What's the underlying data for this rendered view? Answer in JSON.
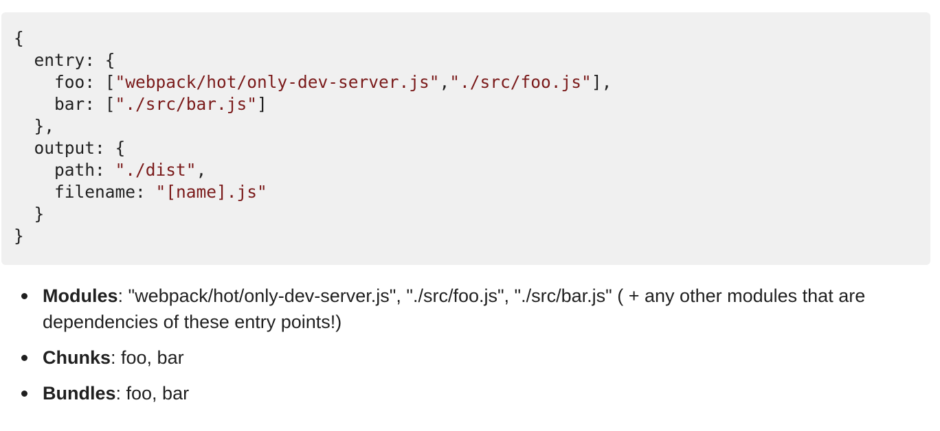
{
  "code": {
    "lines": [
      [
        {
          "t": "{",
          "k": "plain"
        }
      ],
      [
        {
          "t": "  entry: {",
          "k": "plain"
        }
      ],
      [
        {
          "t": "    foo: [",
          "k": "plain"
        },
        {
          "t": "\"webpack/hot/only-dev-server.js\"",
          "k": "str"
        },
        {
          "t": ",",
          "k": "plain"
        },
        {
          "t": "\"./src/foo.js\"",
          "k": "str"
        },
        {
          "t": "],",
          "k": "plain"
        }
      ],
      [
        {
          "t": "    bar: [",
          "k": "plain"
        },
        {
          "t": "\"./src/bar.js\"",
          "k": "str"
        },
        {
          "t": "]",
          "k": "plain"
        }
      ],
      [
        {
          "t": "  },",
          "k": "plain"
        }
      ],
      [
        {
          "t": "  output: {",
          "k": "plain"
        }
      ],
      [
        {
          "t": "    path: ",
          "k": "plain"
        },
        {
          "t": "\"./dist\"",
          "k": "str"
        },
        {
          "t": ",",
          "k": "plain"
        }
      ],
      [
        {
          "t": "    filename: ",
          "k": "plain"
        },
        {
          "t": "\"[name].js\"",
          "k": "str"
        }
      ],
      [
        {
          "t": "  }",
          "k": "plain"
        }
      ],
      [
        {
          "t": "}",
          "k": "plain"
        }
      ]
    ]
  },
  "list": {
    "items": [
      {
        "term": "Modules",
        "text": ": \"webpack/hot/only-dev-server.js\", \"./src/foo.js\", \"./src/bar.js\" ( + any other modules that are dependencies of these entry points!)"
      },
      {
        "term": "Chunks",
        "text": ": foo, bar"
      },
      {
        "term": "Bundles",
        "text": ": foo, bar"
      }
    ]
  },
  "colors": {
    "code_background": "#f0f0f0",
    "string": "#7a1a1a",
    "text": "#1f1f1f"
  }
}
